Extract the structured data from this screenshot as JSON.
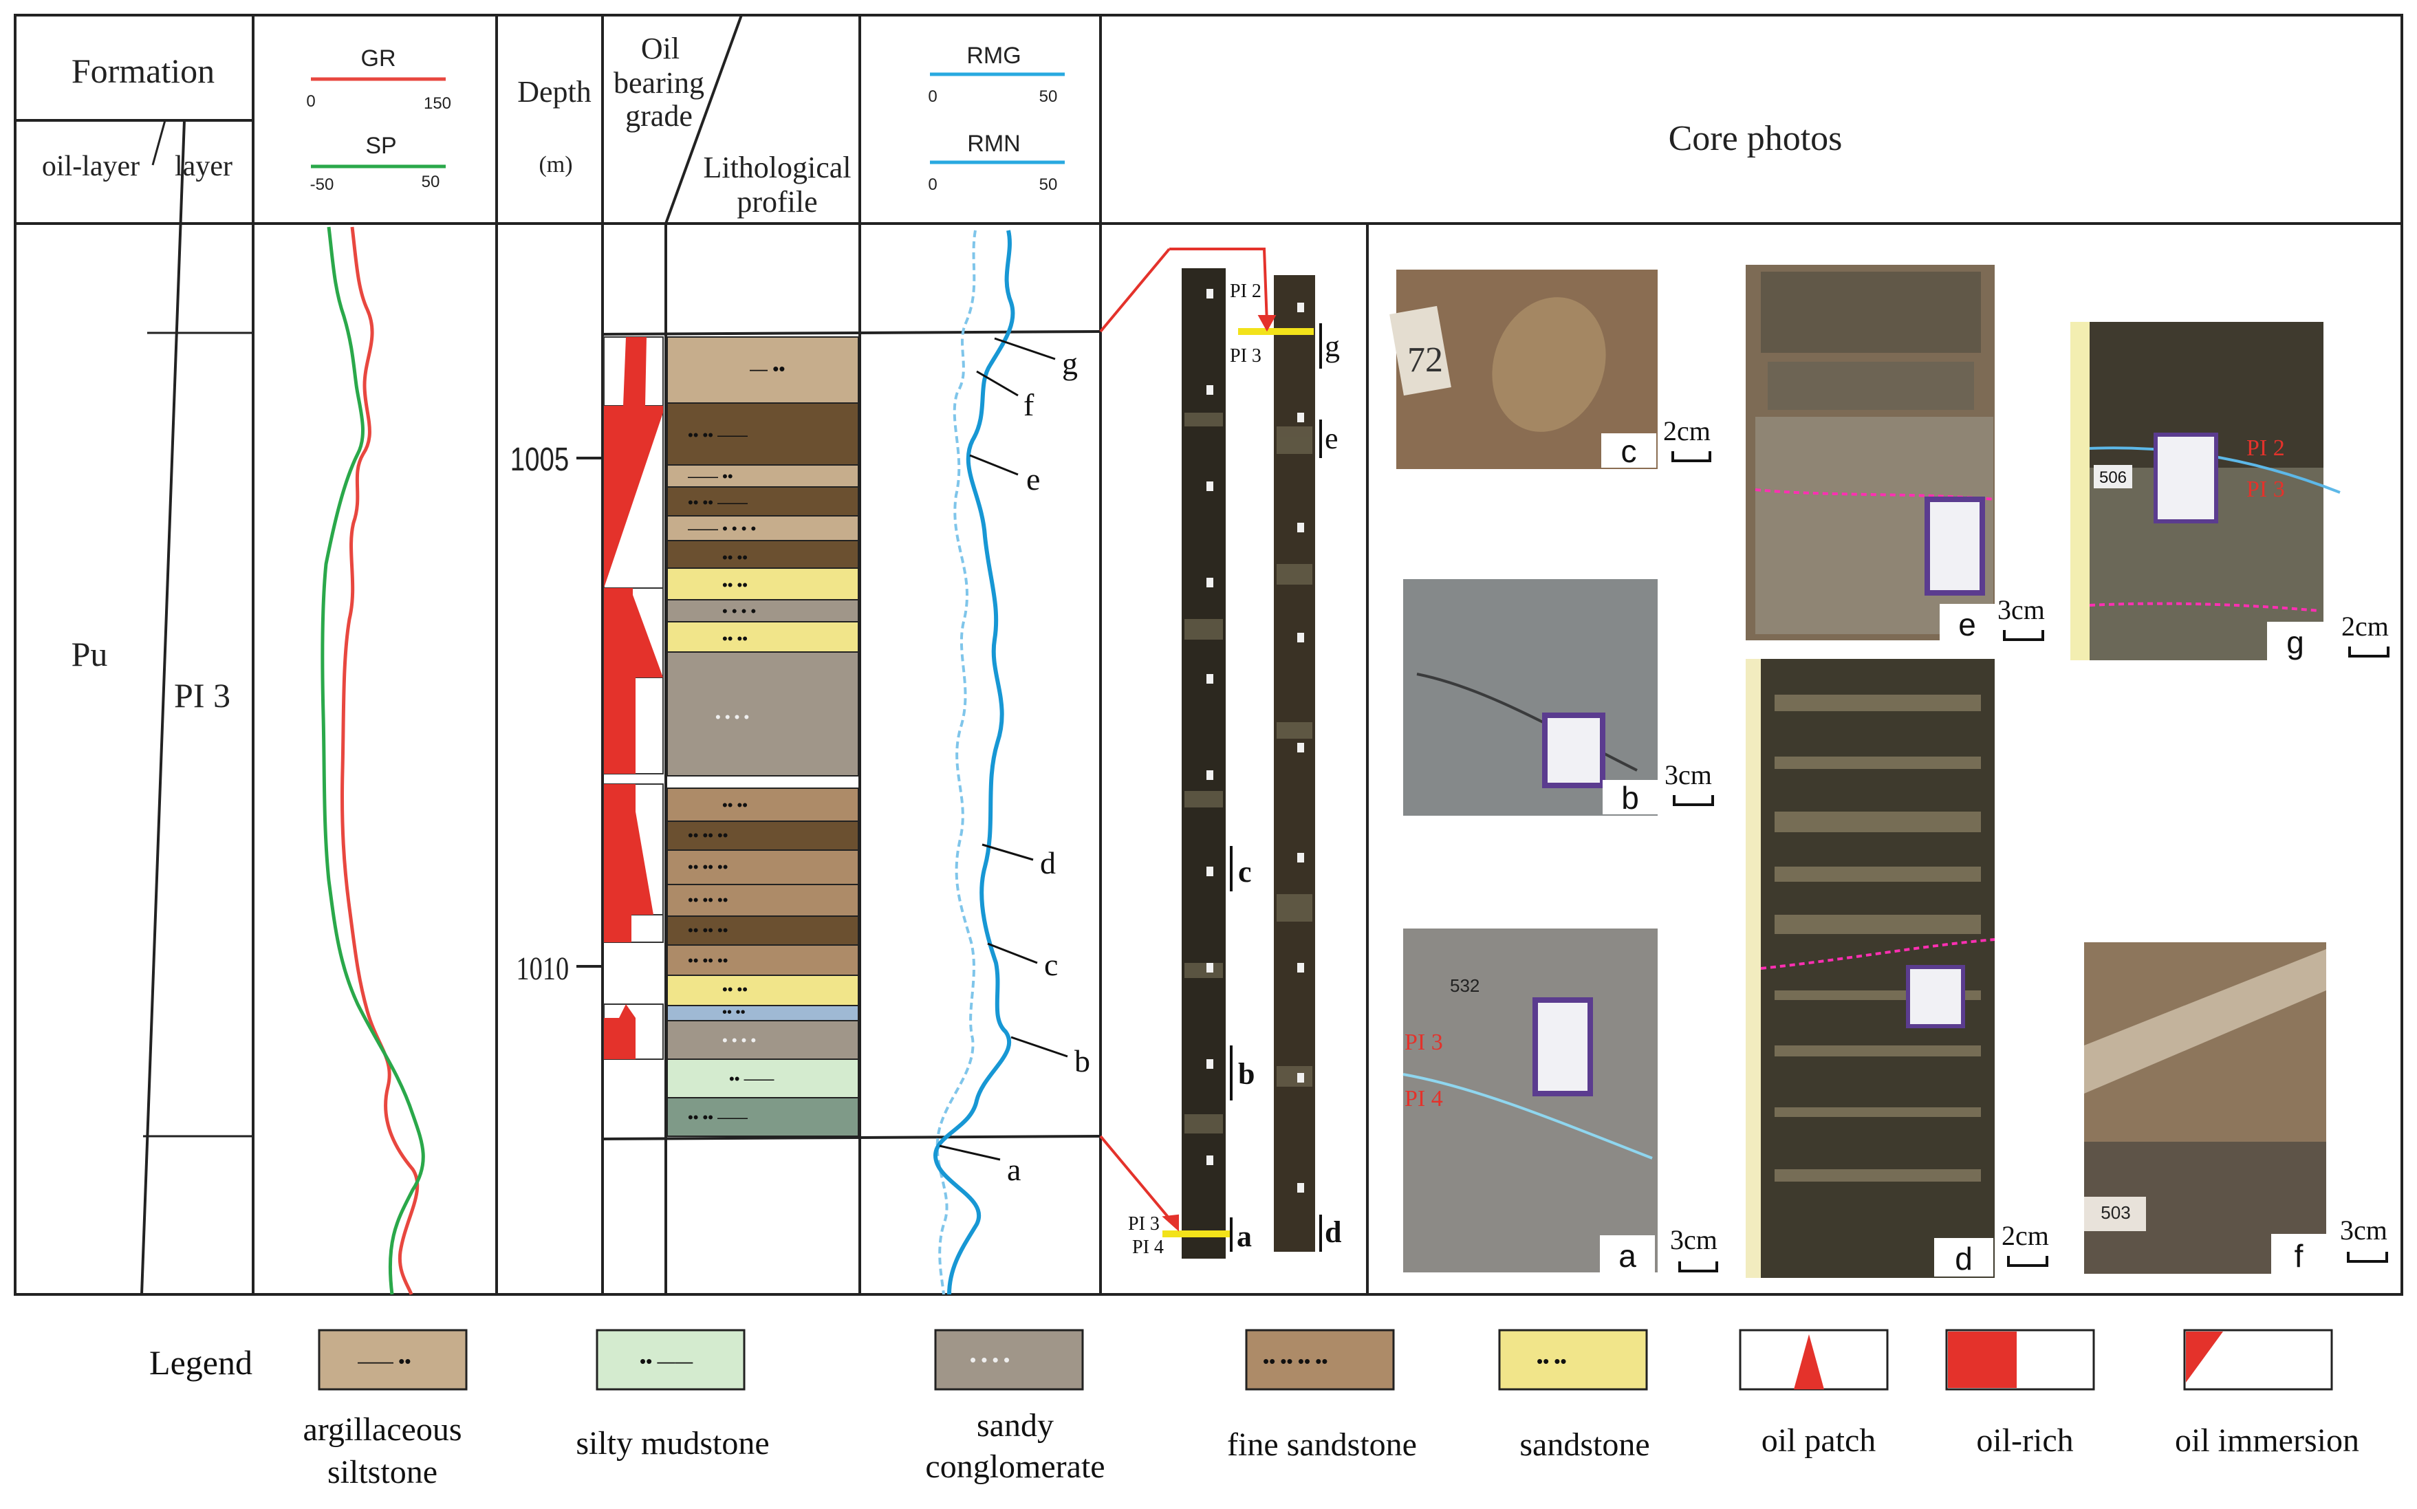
{
  "header": {
    "formation": "Formation",
    "oil_layer": "oil-layer",
    "layer": "layer",
    "gr": {
      "label": "GR",
      "min": "0",
      "max": "150",
      "color": "#e8473f"
    },
    "sp": {
      "label": "SP",
      "min": "-50",
      "max": "50",
      "color": "#2aa84a"
    },
    "depth": "Depth",
    "depth_unit": "(m)",
    "oil_grade_line1": "Oil",
    "oil_grade_line2": "bearing",
    "oil_grade_line3": "grade",
    "litho_line1": "Lithological",
    "litho_line2": "profile",
    "rmg": {
      "label": "RMG",
      "min": "0",
      "max": "50",
      "color": "#29a9e0"
    },
    "rmn": {
      "label": "RMN",
      "min": "0",
      "max": "50",
      "color": "#29a9e0"
    },
    "core_photos": "Core photos"
  },
  "column": {
    "oil_layer": "Pu",
    "layer": "PI 3",
    "depth_ticks": [
      "1005",
      "1010"
    ],
    "curve_marks": [
      "g",
      "f",
      "e",
      "d",
      "c",
      "b",
      "a"
    ]
  },
  "core_strips": {
    "left_top_labels": [
      "PI 2",
      "PI 3"
    ],
    "left_bottom_labels": [
      "PI 3",
      "PI 4"
    ],
    "marks_left": [
      "c",
      "b",
      "a"
    ],
    "marks_right": [
      "g",
      "e",
      "d"
    ]
  },
  "photos": [
    {
      "id": "c",
      "scale": "2cm",
      "sticker": "72"
    },
    {
      "id": "b",
      "scale": "3cm"
    },
    {
      "id": "a",
      "scale": "3cm",
      "sticker": "532",
      "boundary_top": "PI 3",
      "boundary_bottom": "PI 4"
    },
    {
      "id": "e",
      "scale": "3cm"
    },
    {
      "id": "d",
      "scale": "2cm"
    },
    {
      "id": "g",
      "scale": "2cm",
      "sticker": "506",
      "boundary_top": "PI 2",
      "boundary_bottom": "PI 3"
    },
    {
      "id": "f",
      "scale": "3cm",
      "sticker": "503"
    }
  ],
  "legend": {
    "title": "Legend",
    "items": [
      {
        "line1": "argillaceous",
        "line2": "siltstone",
        "color": "#c6ad8c"
      },
      {
        "line1": "silty mudstone",
        "line2": "",
        "color": "#d4ebcf"
      },
      {
        "line1": "sandy",
        "line2": "conglomerate",
        "color": "#a09689"
      },
      {
        "line1": "fine sandstone",
        "line2": "",
        "color": "#ad8b68"
      },
      {
        "line1": "sandstone",
        "line2": "",
        "color": "#f1e58a"
      },
      {
        "line1": "oil patch",
        "line2": ""
      },
      {
        "line1": "oil-rich",
        "line2": ""
      },
      {
        "line1": "oil immersion",
        "line2": ""
      }
    ]
  }
}
